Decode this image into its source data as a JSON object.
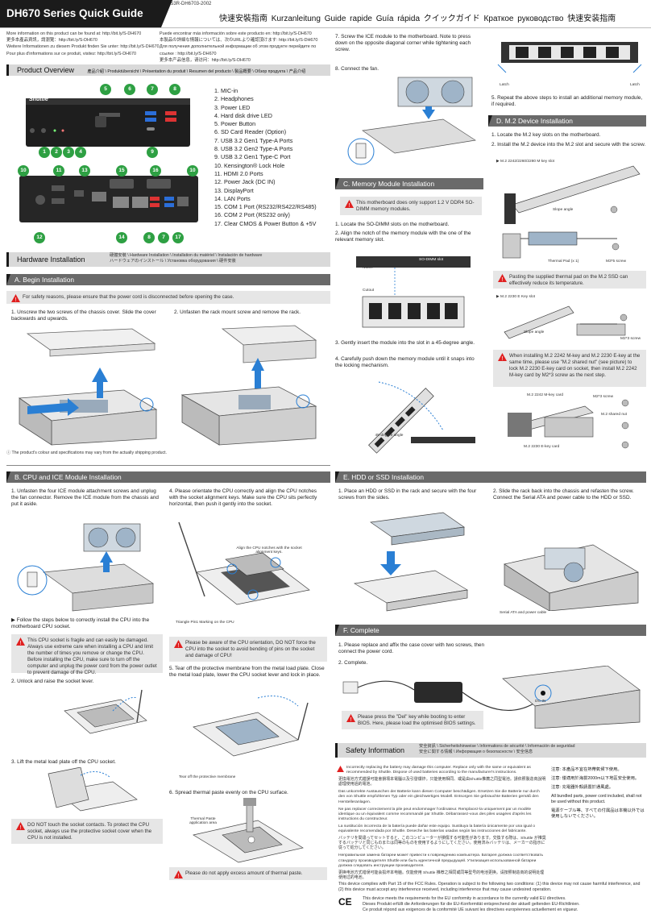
{
  "header": {
    "title": "DH670 Series Quick Guide",
    "code": "53R-DH6703-2002",
    "languages": "快速安裝指南   Kurzanleitung   Guide rapide   Guía rápida   クイックガイド   Краткое руководство   快速安装指南"
  },
  "info": {
    "left": [
      "More information on this product can be found at: http://bit.ly/S-DH670",
      "更多本產品資訊，請瀏覽：http://bit.ly/S-DH670",
      "Weitere Informationen zu diesem Produkt finden Sie unter: http://bit.ly/S-DH670",
      "Pour plus d'informations sur ce produit, visitez: http://bit.ly/S-DH670"
    ],
    "right": [
      "Puede encontrar más información sobre este producto en: http://bit.ly/S-DH670",
      "本製品の詳細な情報については、次のURLより確認頂けます: http://bit.ly/S-DH670",
      "Для получения дополнительной информации об этом продукте перейдите по ссылке : http://bit.ly/S-DH670",
      "更多本产品信息，请访问：http://bit.ly/S-DH670"
    ]
  },
  "product_overview": {
    "title": "Product Overview",
    "translations": "產品介紹 \\ Produktübersicht \\ Présentation du produit \\ Resumen del producto \\ 製品概要 \\ Обзор продукта \\ 产品介绍",
    "brand": "Shuttle",
    "parts": [
      "1. MIC-in",
      "2. Headphones",
      "3. Power LED",
      "4. Hard disk drive LED",
      "5. Power Button",
      "6. SD Card Reader (Option)",
      "7. USB 3.2 Gen1 Type-A Ports",
      "8. USB 3.2 Gen2 Type-A Ports",
      "9. USB 3.2 Gen1 Type-C Port",
      "10. Kensington® Lock Hole",
      "11. HDMI 2.0 Ports",
      "12. Power Jack (DC IN)",
      "13. DisplayPort",
      "14. LAN Ports",
      "15. COM 1 Port (RS232/RS422/RS485)",
      "16. COM 2 Port (RS232 only)",
      "17. Clear CMOS & Power Button & +5V"
    ],
    "front_callouts": [
      "5",
      "6",
      "7",
      "8",
      "1",
      "2",
      "3",
      "4",
      "9"
    ],
    "rear_callouts": [
      "10",
      "11",
      "13",
      "15",
      "16",
      "10",
      "12",
      "14",
      "8",
      "7",
      "17"
    ]
  },
  "hardware_installation": {
    "title": "Hardware Installation",
    "translations_line1": "硬體安裝 \\ Hardware Installation \\ Installation du matériel \\ Instalación de hardware",
    "translations_line2": "ハードウェアのインストール \\ Установка оборудования \\ 硬件安装"
  },
  "section_a": {
    "title": "A. Begin Installation",
    "note": "For safety reasons, please ensure that the power cord is disconnected before opening the case.",
    "step1": "1. Unscrew the two screws of the chassis cover. Slide the cover backwards and upwards.",
    "step2": "2. Unfasten the rack mount screw and remove the rack.",
    "footnote": "The product's colour and specifications may vary from the actually shipping product."
  },
  "section_b": {
    "title": "B. CPU and ICE Module Installation",
    "step1": "1. Unfasten the four ICE module attachment screws and unplug the fan connector. Remove the ICE module from the chassis and put it aside.",
    "follow": "Follow the steps below to correctly install the CPU into the motherboard CPU socket.",
    "warn1": "This CPU socket is fragile and can easily be damaged. Always use extreme care when installing a CPU and limit the number of times you remove or change the CPU. Before installing the CPU, make sure to turn off the computer and unplug the power cord from the power outlet to prevent damage of the CPU.",
    "step2": "2. Unlock and raise the socket lever.",
    "step3": "3. Lift the metal load plate off the CPU socket.",
    "warn2": "DO NOT touch the socket contacts. To protect the CPU socket, always use the protective socket cover when the CPU is not installed.",
    "step4": "4. Please orientate the CPU correctly and align the CPU notches with the socket alignment keys. Make sure the CPU sits perfectly horizontal, then push it gently into the socket.",
    "label_align": "Align the CPU notches with the socket alignment keys.",
    "label_triangle": "Triangle Pin1 Marking on the CPU",
    "warn3": "Please be aware of the CPU orientation, DO NOT force the CPU into the socket to avoid bending of pins on the socket and damage of CPU!",
    "step5": "5. Tear off the protective membrane from the metal load plate. Close the metal load plate, lower the CPU socket lever and lock in place.",
    "label_membrane": "Tear off the protective membrane",
    "step6": "6. Spread thermal paste evenly on the CPU surface.",
    "label_paste": "Thermal Paste application area",
    "warn4": "Please do not apply excess amount of thermal paste."
  },
  "section_b_cont": {
    "step7": "7. Screw the ICE module to the motherboard. Note to press down on the opposite diagonal corner while tightening each screw.",
    "step8": "8. Connect the fan."
  },
  "section_c": {
    "title": "C. Memory Module Installation",
    "note": "This motherboard does only support 1.2 V DDR4 SO-DIMM memory modules.",
    "step1": "1. Locate the SO-DIMM slots on the motherboard.",
    "step2": "2. Align the notch of the memory module with the one of the relevant memory slot.",
    "label_slot": "SO-DIMM slot",
    "label_notch": "Notch",
    "label_cutout": "Cutout",
    "step3": "3. Gently insert the module into the slot in a 45-degree angle.",
    "step4": "4. Carefully push down the memory module until it snaps into the locking mechanism.",
    "label_angle": "45-degree angle",
    "label_latch": "Latch",
    "step5": "5. Repeat the above steps to install an additional memory module, if required."
  },
  "section_d": {
    "title": "D. M.2 Device Installation",
    "step1": "1. Locate the M.2 key slots on the motherboard.",
    "step2": "2. Install the M.2 device into the M.2 slot and secure with the screw.",
    "label_slot": "M.2 2242/2260/2280 M key slot",
    "label_slope": "Slope angle",
    "label_pad": "Thermal Pad (x 1)",
    "label_screw": "M3*5 screw",
    "note1": "Pasting the supplied thermal pad on the M.2 SSD can effectively reduce its temperature.",
    "label_ekey": "M.2 2230 E Key slot",
    "label_slope2": "Slope angle",
    "label_screw2": "M2*3 screw",
    "note2": "When installing M.2 2242 M-key and M.2 2230 E-key at the same time, please use \"M.2 shared nut\" (see picture) to lock M.2 2230 E-key card on socket, then install M.2 2242 M-key card by M2*3 screw as the next step.",
    "label_mkey_card": "M.2 2242 M-key card",
    "label_m2_screw": "M2*3 screw",
    "label_shared_nut": "M.2 shared nut",
    "label_ekey_card": "M.2 2230 E-key card"
  },
  "section_e": {
    "title": "E. HDD or SSD Installation",
    "step1": "1. Place an HDD or SSD in the rack and secure with the four screws from the sides.",
    "step2": "2. Slide the rack back into the chassis and refasten the screw. Connect the Serial ATA and power cable to the HDD or SSD.",
    "label_cable": "Serial ATA and power cable"
  },
  "section_f": {
    "title": "F. Complete",
    "step1": "1. Please replace and affix the case cover with two screws, then connect the power cord.",
    "step2": "2. Complete.",
    "label_dcin": "DC-IN",
    "note": "Please press the \"Del\" key while booting to enter BIOS. Here, please load the optimised BIOS settings."
  },
  "safety": {
    "title": "Safety Information",
    "translations_line1": "安全資訊 \\ Sicherheitshinweise \\ Informations de sécurité \\ Información de seguridad",
    "translations_line2": "安全に関する情報 \\ Информация о безопасности \\ 安全信息",
    "paragraphs": [
      "Incorrectly replacing the battery may damage this computer. Replace only with the same or equivalent as recommended by Shuttle. Dispose of used batteries according to the manufacturer's instructions.",
      "更換電池方式錯誤可能會損壞本電腦以及引發爆炸。只能使用相同、或是由Shuttle推薦之同型電池。請依照製造商說明處理使用過的電池。",
      "Das unkorrekte Austauschen der Batterie kann diesen Computer beschädigen. Ersetzen Sie die Batterie nur durch den von Shuttle empfohlenen Typ oder ein gleichwertiges Modell. Entsorgen Sie gebrauchte Batterien gemäß den Herstelleranlagen.",
      "Ne pas replacer correctement la pile peut endommager l'ordinateur. Remplacez-la uniquement par un modèle identique ou un équivalent comme recommandé par Shuttle. Débarrassez-vous des piles usagées d'après les instructions du constructeur.",
      "La sustitución incorrecta de la batería puede dañar este equipo. Sustituya la batería únicamente por una igual o equivalente recomendada por Shuttle. Deseche las baterías usadas según las instrucciones del fabricante.",
      "バッテリを間違ってセットすると、このコンピューターが損傷する可能性があります。交換する際は、Shuttle が推奨するバッテリと同じものまたは同等のものを使用するようにしてください。使用済みバッテリは、メーカーの指示に従って処分してください。",
      "Неправильная замена батареи может привести к повреждению компьютера. Батарея должна соответствовать стандарту производителя Shuttle или быть идентичной предыдущей. Утилизация использованной батареи должна следовать инструкции производителя.",
      "更换电池方式错误可能会损坏本电脑。仅能使用 Shuttle 推荐之相同或同等型号的电池更换。请按照制造商的说明处理使用过的电池。"
    ],
    "side_notes": [
      "注意: 本產品不宜在熱帶氣候下使用。",
      "注意: 僅適用於海拔2000m以下地區安全使用。",
      "注意: 充電器外殼請置於通風處。",
      "All bundled parts, power cord included, shall not be used without this product.",
      "電源ケーブル等、すべての付属品は本機以外では使用しないでください。"
    ],
    "fcc1": "This device complies with Part 15 of the FCC Rules. Operation is subject to the following two conditions: (1) this device may not cause harmful interference, and (2) this device must accept any interference received, including interference that may cause undesired operation.",
    "ce": [
      "This device meets the requirements for the EU conformity in accordance to the currently valid EU directives.",
      "Dieses Produkt erfüllt die Anforderungen für die EU-Konformität entsprechend der aktuell geltenden EU-Richtlinien.",
      "Ce produit répond aux exigences de la conformité UE suivant les directives européennes actuellement en vigueur."
    ]
  }
}
